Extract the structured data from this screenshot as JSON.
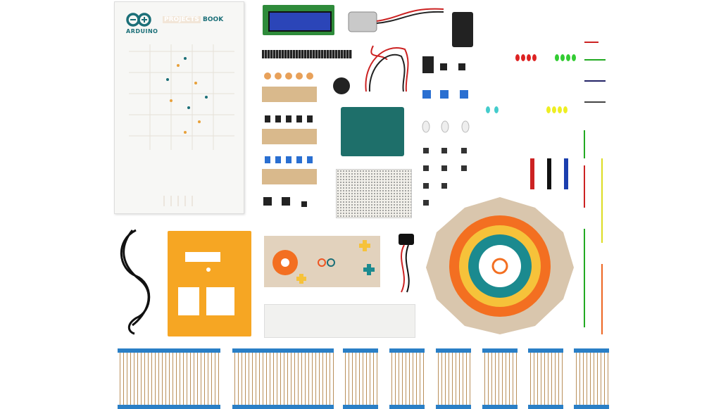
{
  "book": {
    "brand": "ARDUINO",
    "title_part1": "PROJECTS",
    "title_part2": "BOOK"
  },
  "colors": {
    "arduino_teal": "#1b6f78",
    "orange": "#f6a623",
    "resistor_tape": "#2a7fc6"
  }
}
